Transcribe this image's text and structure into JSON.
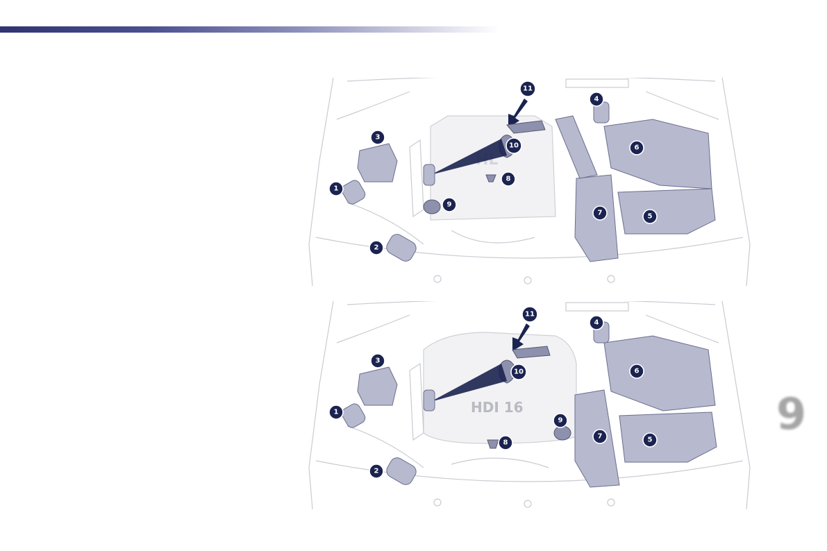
{
  "page": {
    "chapter_number": "9"
  },
  "diagrams": [
    {
      "engine_cover_text": "HL",
      "callouts": [
        "1",
        "2",
        "3",
        "4",
        "5",
        "6",
        "7",
        "8",
        "9",
        "10",
        "11"
      ]
    },
    {
      "engine_cover_text": "HDI 16",
      "callouts": [
        "1",
        "2",
        "3",
        "4",
        "5",
        "6",
        "7",
        "8",
        "9",
        "10",
        "11"
      ]
    }
  ]
}
